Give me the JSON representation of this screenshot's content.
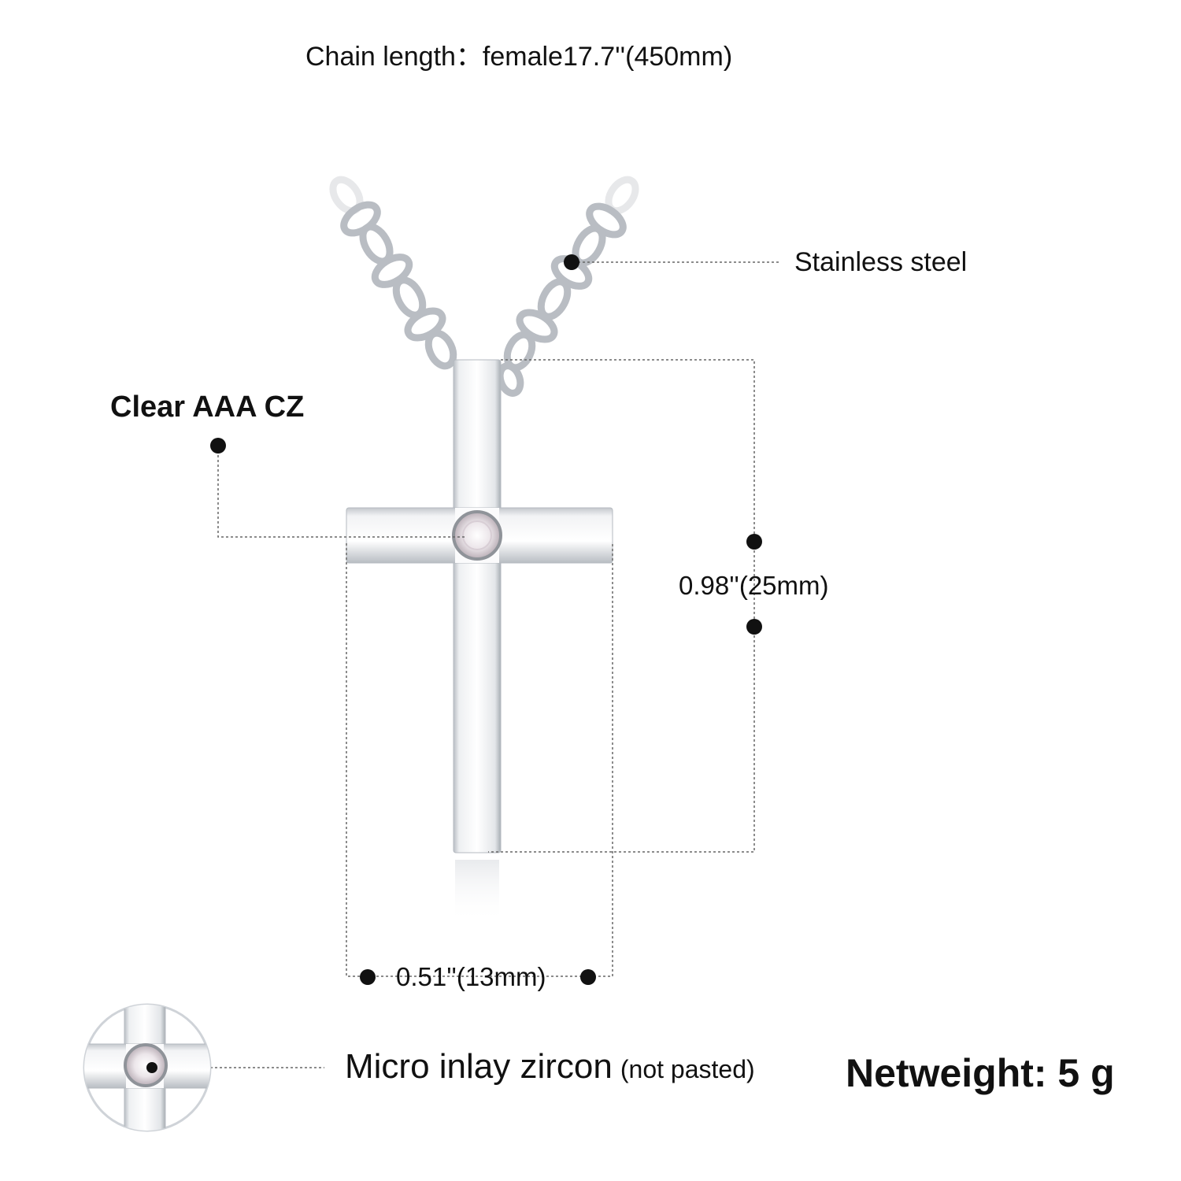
{
  "chain_length": "Chain length：female17.7''(450mm)",
  "material": "Stainless steel",
  "stone": "Clear AAA CZ",
  "height": "0.98''(25mm)",
  "width": "0.51''(13mm)",
  "inlay": {
    "main": "Micro inlay zircon",
    "note": "(not pasted)"
  },
  "net_weight": "Netweight: 5 g",
  "colors": {
    "background": "#ffffff",
    "text": "#111111",
    "metal_light": "#f4f5f7",
    "metal_mid": "#d4d7db",
    "metal_dark": "#9aa0a6"
  }
}
